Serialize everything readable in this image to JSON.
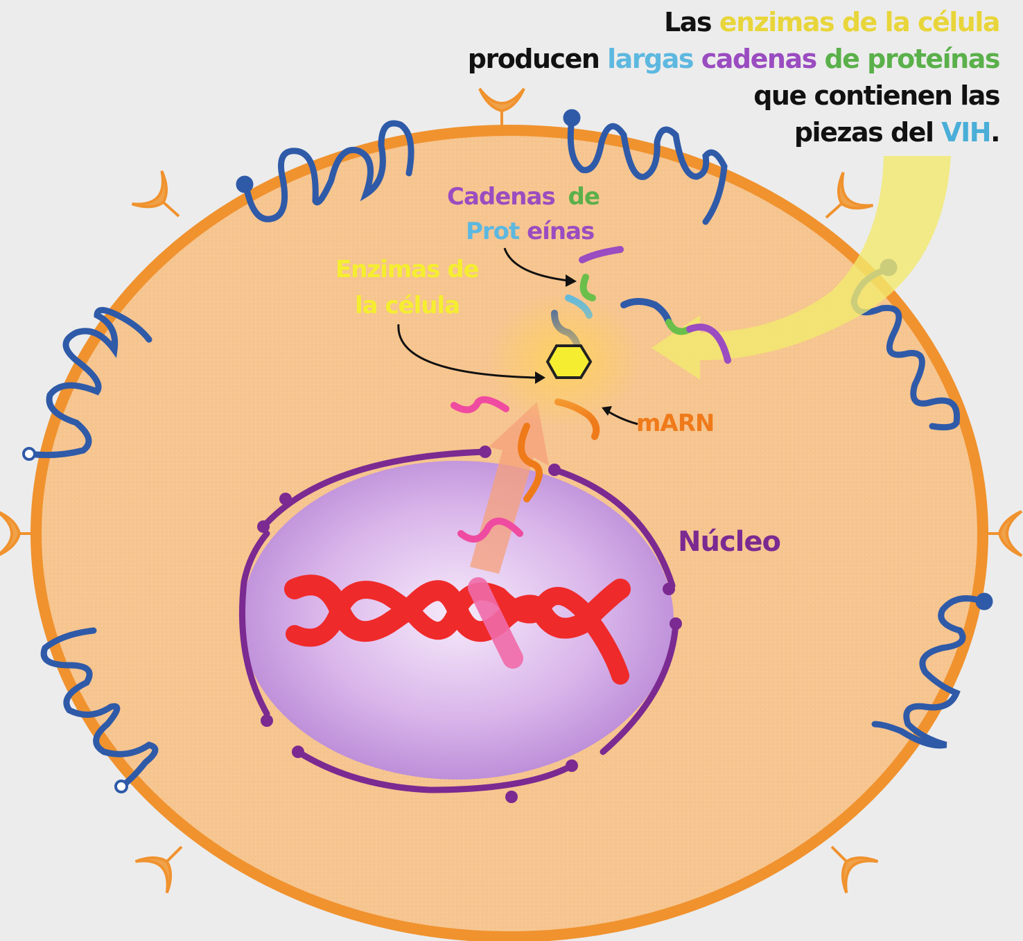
{
  "caption": {
    "line1": {
      "w1": "Las",
      "w2": "enzimas de la célula"
    },
    "line2": {
      "w1": "producen",
      "w2": "largas",
      "w3": "cadenas",
      "w4": "de",
      "w5": "proteínas"
    },
    "line3": "que contienen las",
    "line4": {
      "w1": "piezas del",
      "w2": "VIH",
      "w3": "."
    }
  },
  "labels": {
    "cadenas_line1_a": "Cadenas",
    "cadenas_line1_b": "de",
    "proteinas_a": "Prot",
    "proteinas_b": "eínas",
    "enzimas_line1": "Enzimas de",
    "enzimas_line2": "la célula",
    "marn": "mARN",
    "nucleo": "Núcleo"
  },
  "colors": {
    "background": "#ececec",
    "cytoplasm": "#f6c48e",
    "membrane": "#f0922e",
    "nucleus": "#c99be0",
    "nuclear_envelope": "#7b2a91",
    "dna": "#ef2a2a",
    "dna_highlight": "#f06aa8",
    "receptor": "#2f5aa8",
    "enzyme": "#f5ee30",
    "marn": "#ef7a1a",
    "arrow_band": "#f3ea6e"
  },
  "icons": [
    "enzyme-hexagon-icon",
    "receptor-squiggle-icon",
    "membrane-cup-icon",
    "dna-helix-icon"
  ]
}
